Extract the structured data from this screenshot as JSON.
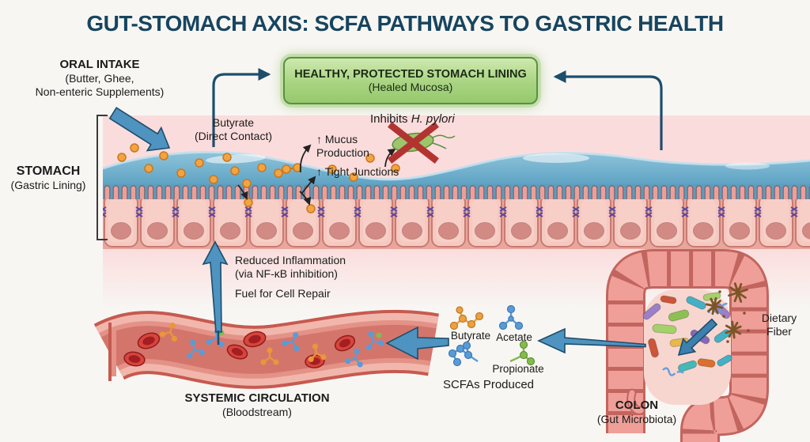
{
  "title": "GUT-STOMACH AXIS: SCFA PATHWAYS TO GASTRIC HEALTH",
  "oral_intake": {
    "line1": "ORAL INTAKE",
    "line2": "(Butter, Ghee,",
    "line3": "Non-enteric Supplements)"
  },
  "healthy_box": {
    "line1": "HEALTHY, PROTECTED STOMACH LINING",
    "line2": "(Healed Mucosa)"
  },
  "stomach_label": {
    "line1": "STOMACH",
    "line2": "(Gastric Lining)"
  },
  "butyrate_contact": {
    "line1": "Butyrate",
    "line2": "(Direct Contact)"
  },
  "mucus_production": {
    "line1": "↑ Mucus",
    "line2": "Production"
  },
  "tight_junctions": "↑ Tight Junctions",
  "inhibits_hpylori": {
    "prefix": "Inhibits ",
    "species": "H. pylori"
  },
  "systemic_effects": {
    "line1": "Reduced Inflammation",
    "line2": "(via NF-κB inhibition)",
    "line3": "Fuel for Cell Repair"
  },
  "circulation_label": {
    "line1": "SYSTEMIC CIRCULATION",
    "line2": "(Bloodstream)"
  },
  "scfa": {
    "butyrate": "Butyrate",
    "acetate": "Acetate",
    "propionate": "Propionate",
    "caption": "SCFAs Produced"
  },
  "colon_label": {
    "line1": "COLON",
    "line2": "(Gut Microbiota)"
  },
  "dietary_fiber": {
    "line1": "Dietary",
    "line2": "Fiber"
  },
  "colors": {
    "title_navy": "#17455f",
    "arrow_blue": "#4f93c0",
    "arrow_navy": "#1d4e6b",
    "box_green_fill": "#a8d481",
    "box_green_border": "#57923f",
    "band_pink": "#fbdcdc",
    "mucus_blue": "#74b3d0",
    "cell_pink": "#f6c9c0",
    "tight_junction_purple": "#5b4a9e",
    "butyrate_orange": "#eda03f",
    "acetate_blue": "#5b9bd5",
    "propionate_green": "#84bb4e",
    "rbc_red": "#d8453c",
    "vessel_salmon": "#f2b7ac",
    "colon_salmon": "#ef9f98",
    "fiber_brown": "#7a5526",
    "x_red": "#b23430",
    "hpylori_green": "#9dc56b"
  }
}
